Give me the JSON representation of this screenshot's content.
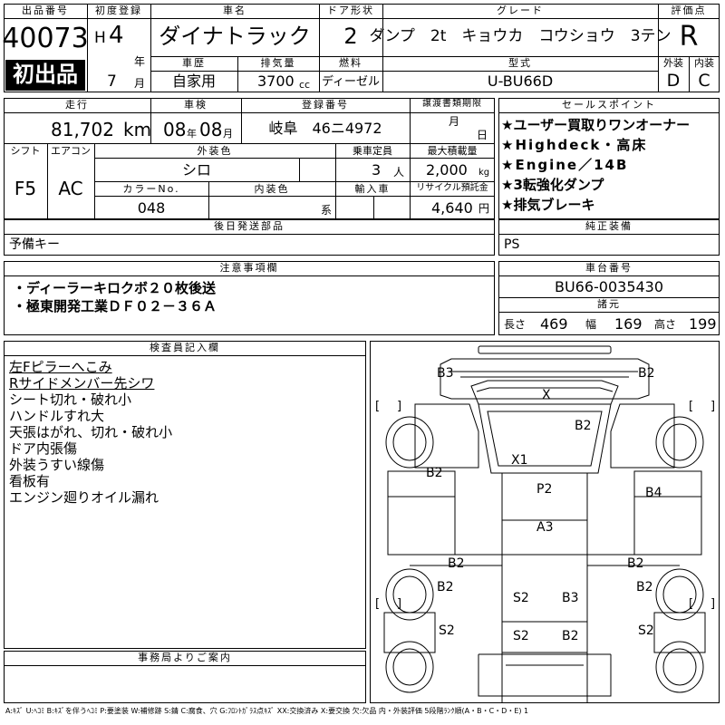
{
  "header": {
    "lot_label": "出品番号",
    "lot_number": "40073",
    "first_listing": "初出品",
    "reg_label": "初度登録",
    "era": "H",
    "year": "4",
    "year_unit": "年",
    "month": "7",
    "month_unit": "月",
    "name_label": "車名",
    "name": "ダイナトラック",
    "history_label": "車歴",
    "history": "自家用",
    "displacement_label": "排気量",
    "displacement": "3700",
    "cc_unit": "cc",
    "fuel_label": "燃料",
    "fuel": "ディーゼル",
    "doors_label": "ドア形状",
    "doors": "2",
    "grade_label": "グレード",
    "grade": "ダンプ　2t　キョウカ　コウショウ　3テン",
    "model_label": "型式",
    "model": "U-BU66D",
    "score_label": "評価点",
    "score": "R",
    "exterior_label": "外装",
    "exterior": "D",
    "interior_label": "内装",
    "interior": "C"
  },
  "row2": {
    "mileage_label": "走行",
    "mileage": "81,702",
    "mileage_unit": "km",
    "inspection_label": "車検",
    "insp_year": "08",
    "insp_year_unit": "年",
    "insp_month": "08",
    "insp_month_unit": "月",
    "plate_label": "登録番号",
    "plate": "岐阜　46ニ4972",
    "transfer_label": "譲渡書類期限",
    "transfer_month": "月",
    "transfer_day": "日",
    "shift_label": "シフト",
    "shift": "F5",
    "ac_label": "エアコン",
    "ac": "AC",
    "color_label": "外装色",
    "color": "シロ",
    "capacity_label": "乗車定員",
    "capacity": "3",
    "capacity_unit": "人",
    "load_label": "最大積載量",
    "load": "2,000",
    "load_unit": "kg",
    "colorno_label": "カラーNo.",
    "colorno": "048",
    "intcolor_label": "内装色",
    "intcolor_unit": "系",
    "import_label": "輸入車",
    "recycle_label": "リサイクル預託金",
    "recycle": "4,640",
    "recycle_unit": "円"
  },
  "sales": {
    "title": "セールスポイント",
    "points": [
      "★ユーザー買取りワンオーナー",
      "★Highdeck・高床",
      "★Engine／14B",
      "★3転強化ダンプ",
      "★排気ブレーキ"
    ]
  },
  "later_parts": {
    "title": "後日発送部品",
    "value": "予備キー"
  },
  "equipment": {
    "title": "純正装備",
    "value": "PS"
  },
  "notes": {
    "title": "注意事項欄",
    "lines": [
      "・ディーラーキロクボ２０枚後送",
      "・極東開発工業ＤＦ０２－３６Ａ"
    ]
  },
  "chassis": {
    "title": "車台番号",
    "value": "BU66-0035430"
  },
  "dims": {
    "title": "諸元",
    "length_label": "長さ",
    "length": "469",
    "width_label": "幅",
    "width": "169",
    "height_label": "高さ",
    "height": "199"
  },
  "inspector": {
    "title": "検査員記入欄",
    "lines": [
      "左Fピラーへこみ",
      "Rサイドメンバー先シワ",
      "シート切れ・破れ小",
      "ハンドルすれ大",
      "天張はがれ、切れ・破れ小",
      "ドア内張傷",
      "外装うすい線傷",
      "看板有",
      "エンジン廻りオイル漏れ"
    ]
  },
  "office": {
    "title": "事務局よりご案内"
  },
  "diagram": {
    "marks": [
      "B3",
      "B2",
      "X",
      "B2",
      "X1",
      "B2",
      "P2",
      "B4",
      "A3",
      "B2",
      "B2",
      "B2",
      "S2",
      "B3",
      "B2",
      "S2",
      "S2",
      "B2",
      "S2"
    ]
  },
  "legend": "A:ｷｽﾞ U:ﾍｺﾐ B:ｷｽﾞを伴うﾍｺﾐ P:要塗装 W:補修跡 S:錆 C:腐食、穴 G:ﾌﾛﾝﾄｶﾞﾗｽ点ｷｽﾞ XX:交換済み X:要交換 欠:欠品 内・外装評価 5段階ﾗﾝｸ順(A・B・C・D・E) 1"
}
